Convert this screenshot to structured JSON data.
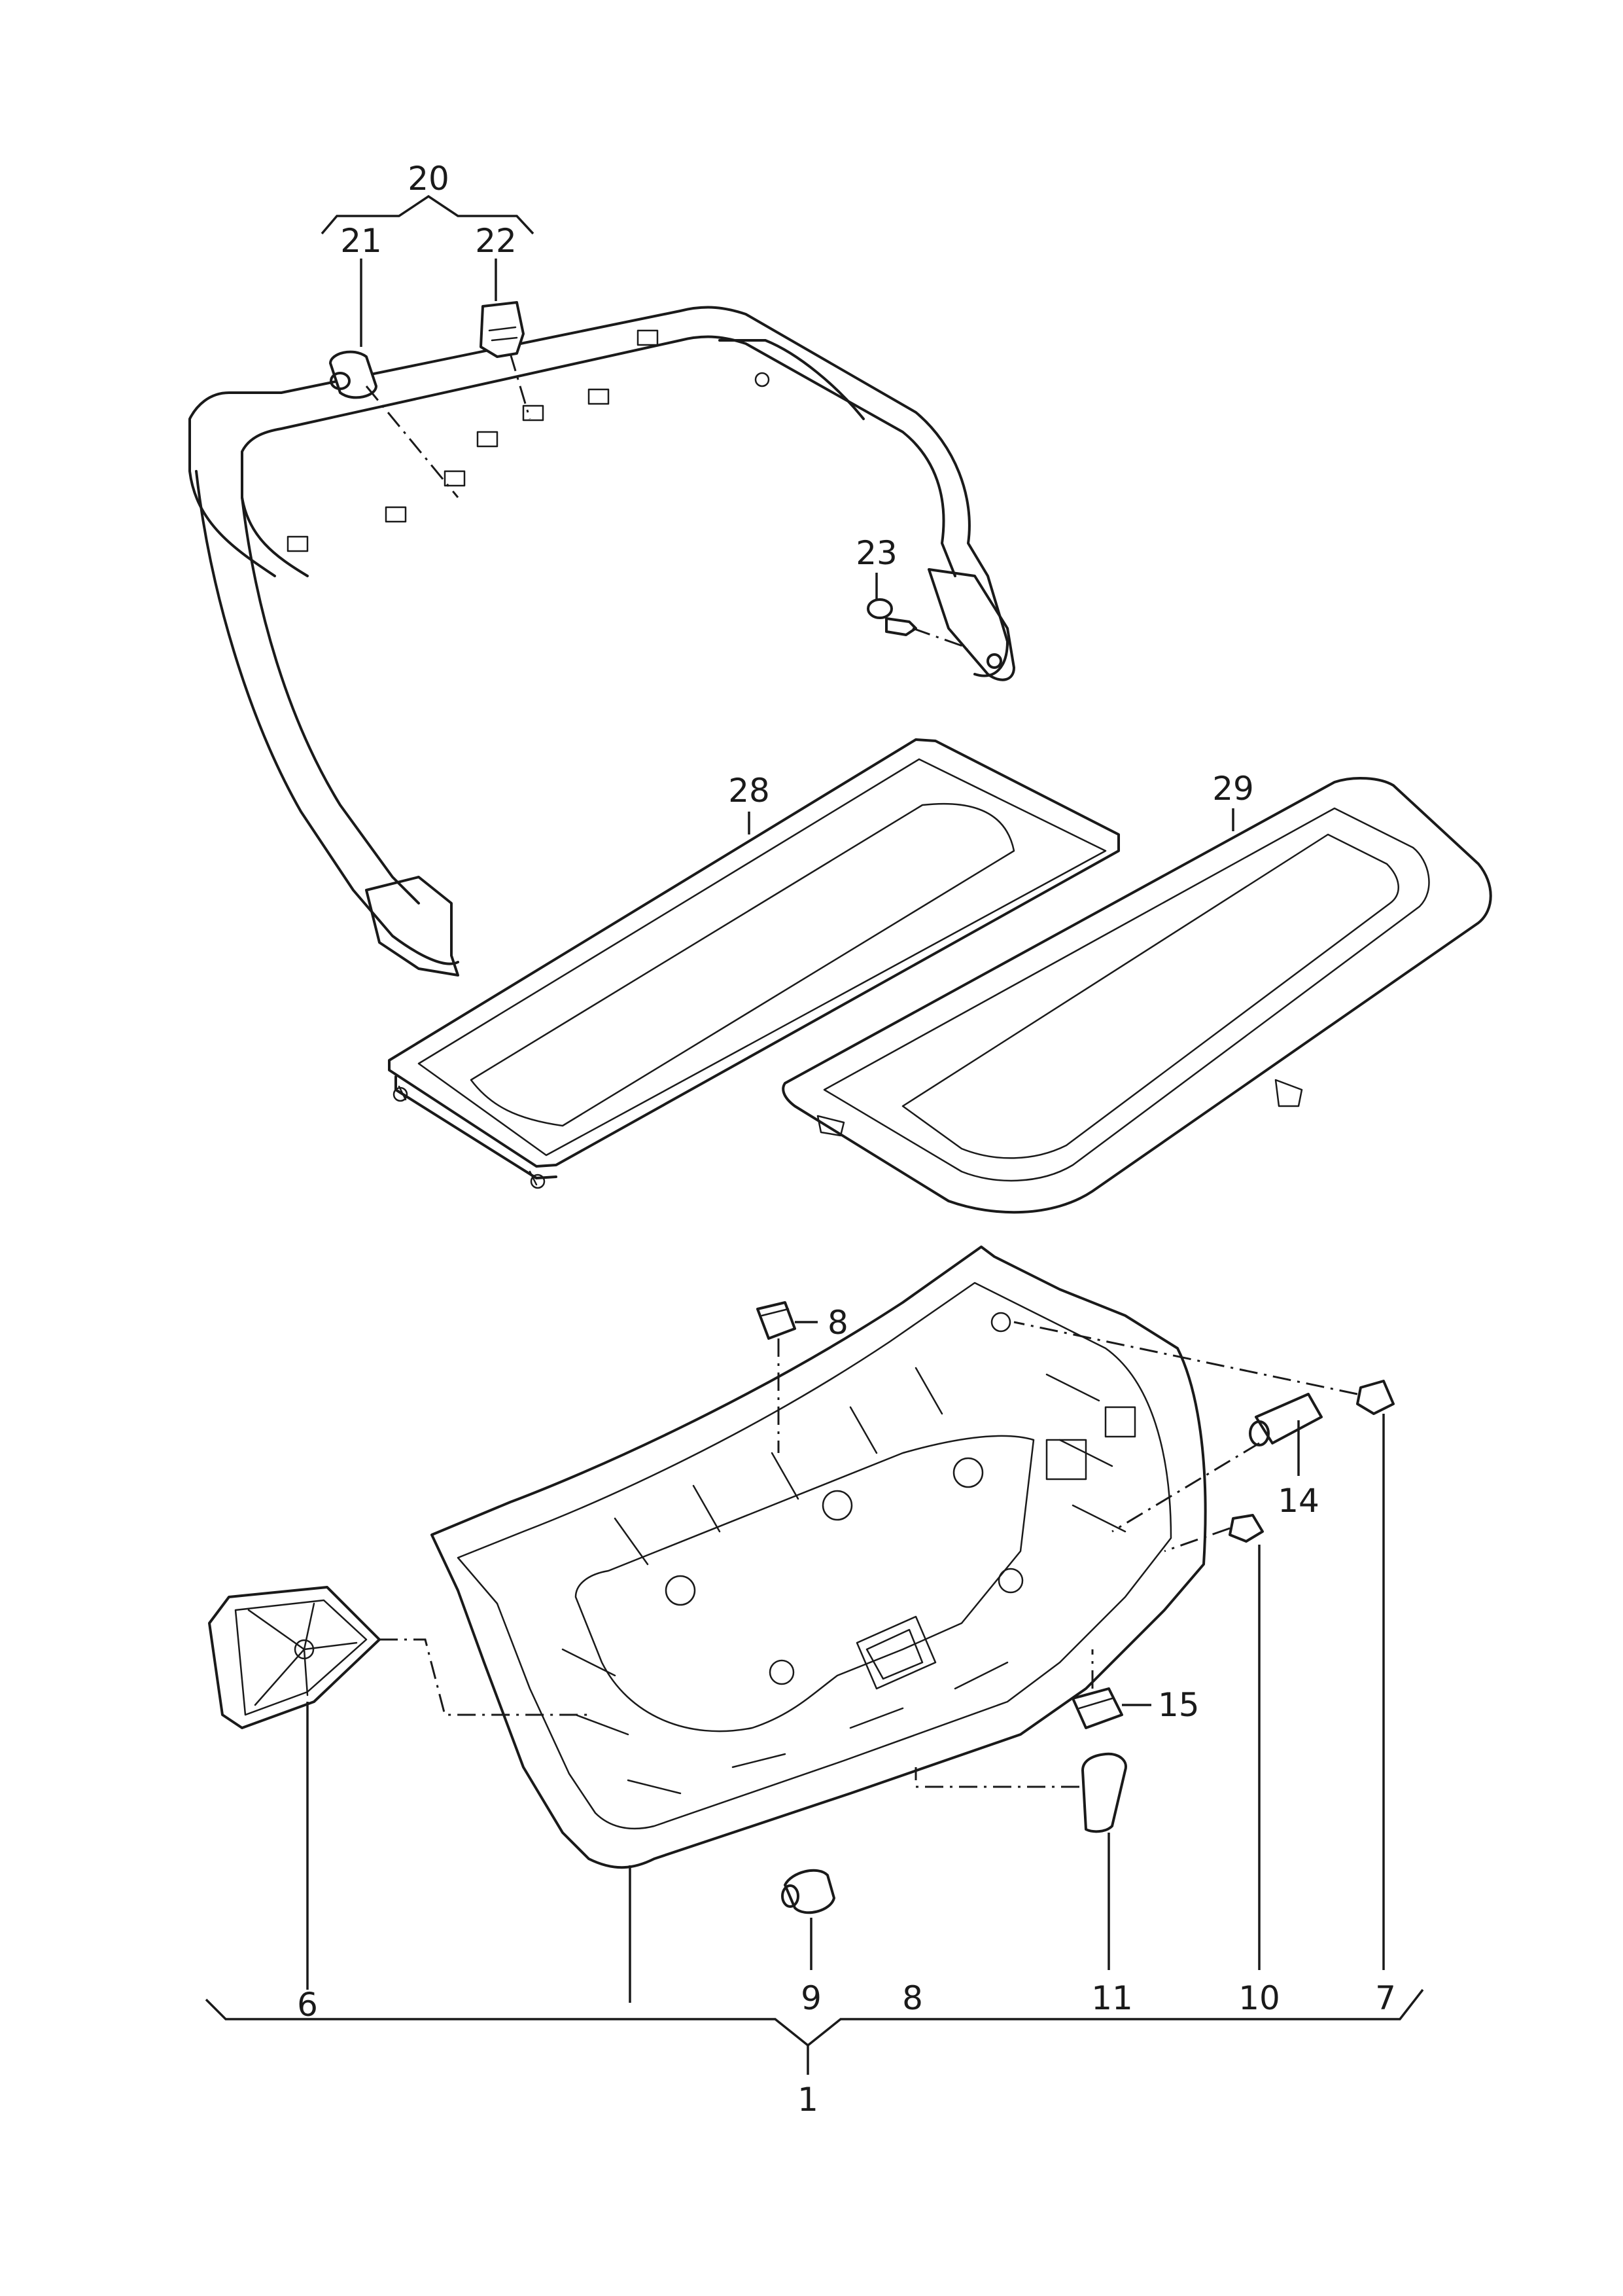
{
  "callouts": {
    "c20": "20",
    "c21": "21",
    "c22": "22",
    "c23": "23",
    "c28": "28",
    "c29": "29",
    "c8a": "8",
    "c14": "14",
    "c15": "15",
    "c6": "6",
    "c9": "9",
    "c8b": "8",
    "c11": "11",
    "c10": "10",
    "c7": "7",
    "c1": "1"
  },
  "colors": {
    "line": "#1a1a1a",
    "background": "#ffffff"
  }
}
